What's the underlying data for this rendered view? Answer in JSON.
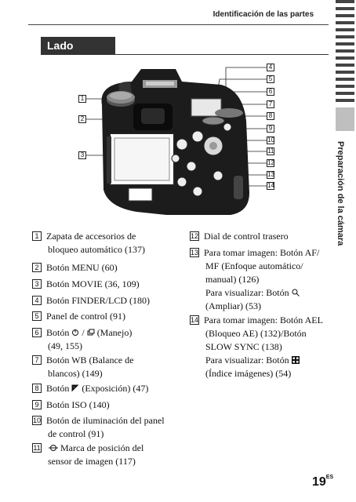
{
  "header": {
    "title": "Identificación de las partes"
  },
  "section": {
    "title": "Lado superior"
  },
  "side_tab": {
    "label": "Preparación de la cámara"
  },
  "callouts": [
    "1",
    "2",
    "3",
    "4",
    "5",
    "6",
    "7",
    "8",
    "9",
    "10",
    "11",
    "12",
    "13",
    "14"
  ],
  "left_items": [
    {
      "num": "1",
      "lines": [
        "Zapata de accesorios de",
        "bloqueo automático (137)"
      ]
    },
    {
      "num": "2",
      "lines": [
        "Botón MENU (60)"
      ]
    },
    {
      "num": "3",
      "lines": [
        "Botón MOVIE (36, 109)"
      ]
    },
    {
      "num": "4",
      "lines": [
        "Botón FINDER/LCD (180)"
      ]
    },
    {
      "num": "5",
      "lines": [
        "Panel de control (91)"
      ]
    },
    {
      "num": "6",
      "pre": "Botón",
      "post": "(Manejo)",
      "lines": [
        "(49, 155)"
      ]
    },
    {
      "num": "7",
      "lines": [
        "Botón WB (Balance de",
        "blancos) (149)"
      ]
    },
    {
      "num": "8",
      "pre": "Botón",
      "post": "(Exposición) (47)",
      "lines": []
    },
    {
      "num": "9",
      "lines": [
        "Botón ISO (140)"
      ]
    },
    {
      "num": "10",
      "lines": [
        "Botón de iluminación del panel",
        "de control (91)"
      ]
    },
    {
      "num": "11",
      "pre": "",
      "post": "Marca de posición del",
      "lines": [
        "sensor de imagen (117)"
      ]
    }
  ],
  "right_items": [
    {
      "num": "12",
      "lines": [
        "Dial de control trasero"
      ]
    },
    {
      "num": "13",
      "lines": [
        "Para tomar imagen: Botón AF/",
        "MF (Enfoque automático/",
        "manual) (126)",
        "Para visualizar:  Botón",
        "(Ampliar) (53)"
      ]
    },
    {
      "num": "14",
      "lines": [
        "Para tomar imagen: Botón AEL",
        "(Bloqueo AE) (132)/Botón",
        "SLOW SYNC (138)",
        "Para visualizar: Botón",
        "(Índice imágenes) (54)"
      ]
    }
  ],
  "page": {
    "number": "19",
    "suffix": "ES"
  }
}
